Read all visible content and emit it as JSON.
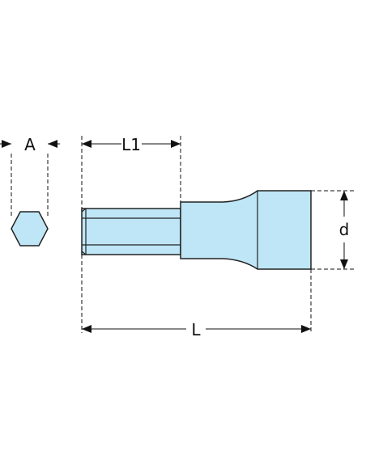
{
  "labels": {
    "hex_width": "A",
    "insert_length": "L1",
    "square_drive": "d",
    "overall_length": "L"
  },
  "colors": {
    "body_fill": "#bfe6f6",
    "body_highlight": "#d6f1fb",
    "outline": "#222222",
    "dimension_line": "#111111"
  }
}
